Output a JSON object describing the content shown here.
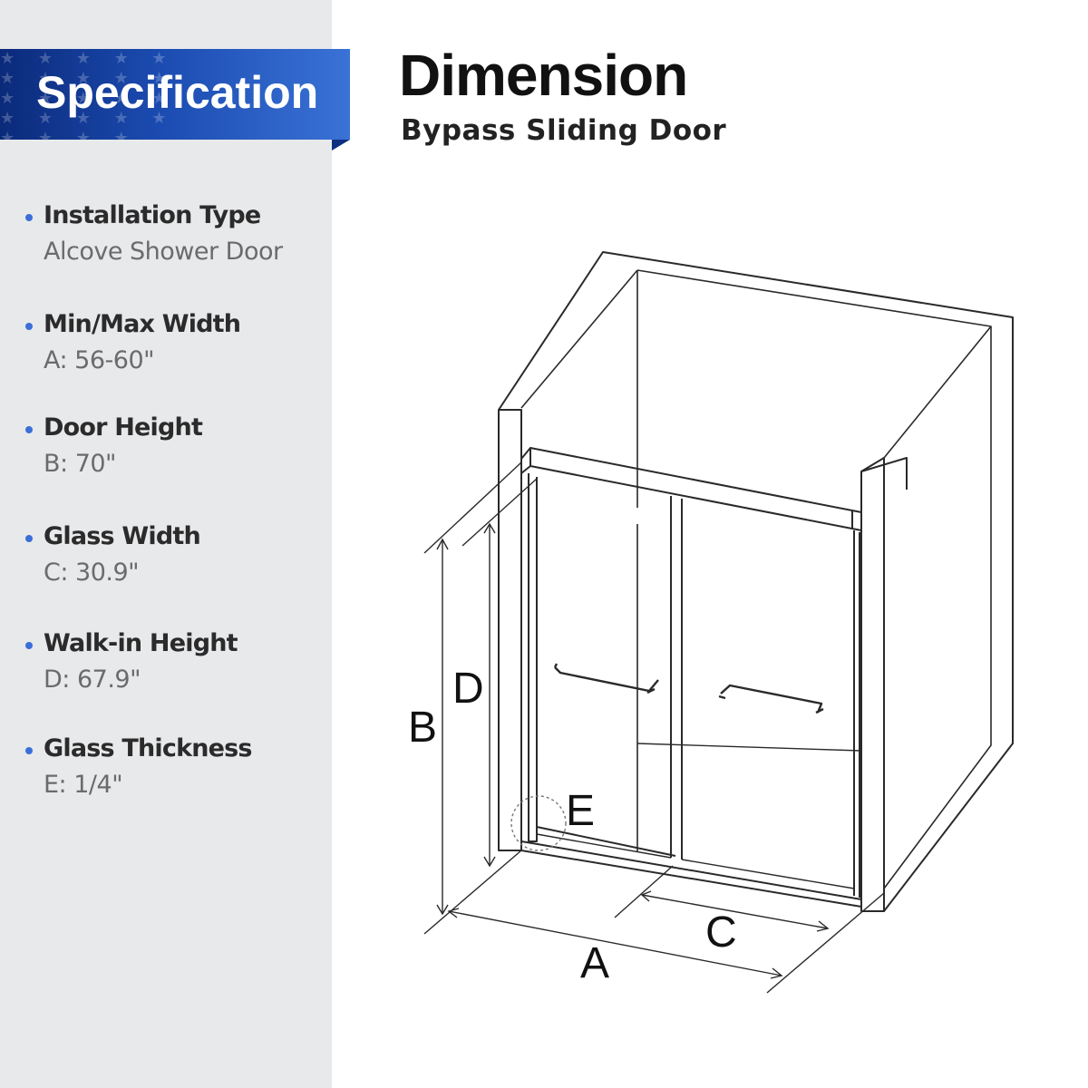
{
  "banner": {
    "title": "Specification"
  },
  "header": {
    "title": "Dimension",
    "subtitle": "Bypass Sliding Door"
  },
  "specs": [
    {
      "label": "Installation Type",
      "value": "Alcove Shower Door"
    },
    {
      "label": "Min/Max Width",
      "value": "A: 56-60\""
    },
    {
      "label": "Door Height",
      "value": "B: 70\""
    },
    {
      "label": "Glass Width",
      "value": "C: 30.9\""
    },
    {
      "label": "Walk-in Height",
      "value": "D: 67.9\""
    },
    {
      "label": "Glass Thickness",
      "value": "E: 1/4\""
    }
  ],
  "diagram": {
    "labels": {
      "a": "A",
      "b": "B",
      "c": "C",
      "d": "D",
      "e": "E"
    }
  },
  "colors": {
    "banner_start": "#0b2a7a",
    "banner_end": "#3a72d6",
    "bullet": "#3b6fd8",
    "sidebar_bg": "#e8e9eb"
  }
}
